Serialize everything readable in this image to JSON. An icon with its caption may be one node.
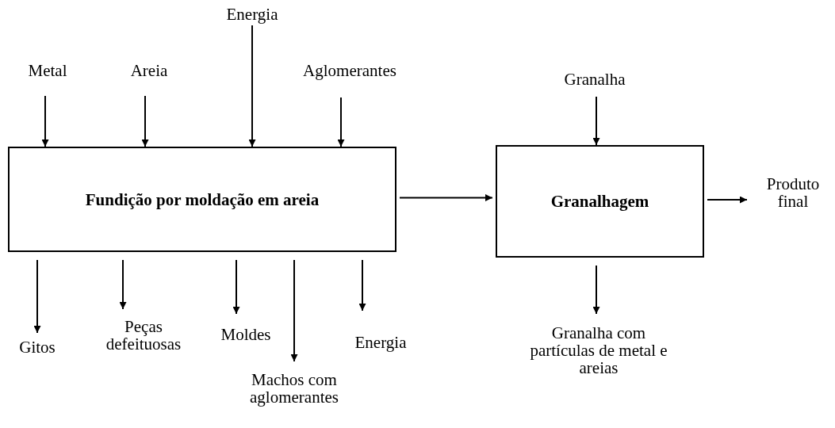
{
  "diagram": {
    "nodes": [
      {
        "text": [
          "Metal"
        ]
      },
      {
        "text": [
          "Areia"
        ]
      },
      {
        "text": [
          "Energia"
        ]
      },
      {
        "text": [
          "Aglomerantes"
        ]
      },
      {
        "text": [
          "Fundição por moldação em areia"
        ]
      },
      {
        "text": [
          "Granalha"
        ]
      },
      {
        "text": [
          "Granalhagem"
        ]
      },
      {
        "text": [
          "Produto final"
        ]
      },
      {
        "text": [
          "Gitos"
        ]
      },
      {
        "text": [
          "Peças defeituosas"
        ]
      },
      {
        "text": [
          "Moldes"
        ]
      },
      {
        "text": [
          "Machos com aglomerantes"
        ]
      },
      {
        "text": [
          "Energia"
        ]
      },
      {
        "text": [
          "Granalha com partículas de metal e areias"
        ]
      }
    ],
    "edges": [
      {
        "from": 0,
        "to": 4,
        "arrow": "to"
      },
      {
        "from": 1,
        "to": 4,
        "arrow": "to"
      },
      {
        "from": 2,
        "to": 4,
        "arrow": "to"
      },
      {
        "from": 3,
        "to": 4,
        "arrow": "to"
      },
      {
        "from": 4,
        "to": 6,
        "arrow": "to"
      },
      {
        "from": 5,
        "to": 6,
        "arrow": "to"
      },
      {
        "from": 6,
        "to": 7,
        "arrow": "to"
      },
      {
        "from": 4,
        "to": 8,
        "arrow": "to"
      },
      {
        "from": 4,
        "to": 9,
        "arrow": "to"
      },
      {
        "from": 4,
        "to": 10,
        "arrow": "to"
      },
      {
        "from": 4,
        "to": 11,
        "arrow": "to"
      },
      {
        "from": 4,
        "to": 12,
        "arrow": "to"
      },
      {
        "from": 6,
        "to": 13,
        "arrow": "to"
      }
    ]
  }
}
